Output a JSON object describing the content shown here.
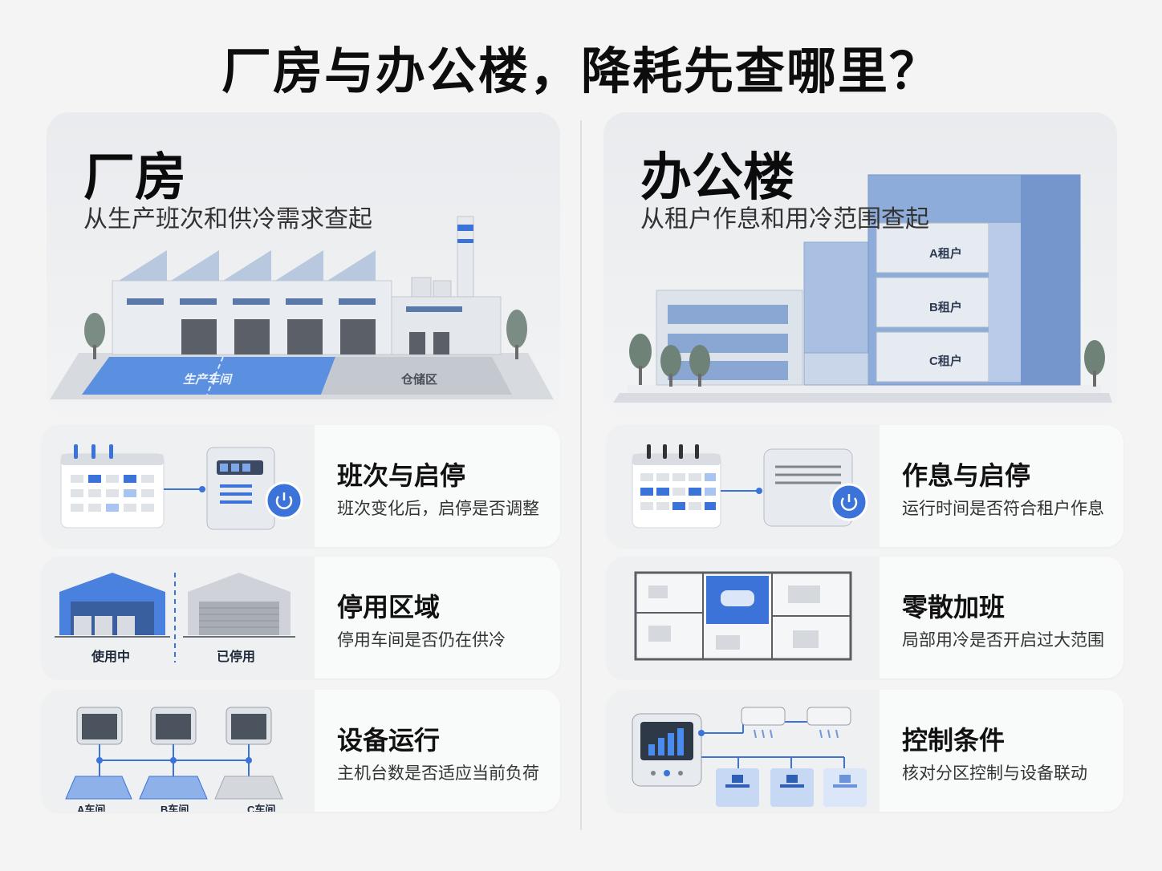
{
  "title": "厂房与办公楼，降耗先查哪里？",
  "factory": {
    "heading": "厂房",
    "subtitle": "从生产班次和供冷需求查起",
    "zone_production": "生产车间",
    "zone_storage": "仓储区",
    "items": [
      {
        "title": "班次与启停",
        "desc": "班次变化后，启停是否调整"
      },
      {
        "title": "停用区域",
        "desc": "停用车间是否仍在供冷",
        "label_active": "使用中",
        "label_stopped": "已停用"
      },
      {
        "title": "设备运行",
        "desc": "主机台数是否适应当前负荷",
        "workshops": [
          "A车间",
          "B车间",
          "C车间"
        ]
      }
    ]
  },
  "office": {
    "heading": "办公楼",
    "subtitle": "从租户作息和用冷范围查起",
    "tenants": [
      "A租户",
      "B租户",
      "C租户"
    ],
    "items": [
      {
        "title": "作息与启停",
        "desc": "运行时间是否符合租户作息"
      },
      {
        "title": "零散加班",
        "desc": "局部用冷是否开启过大范围"
      },
      {
        "title": "控制条件",
        "desc": "核对分区控制与设备联动"
      }
    ]
  },
  "colors": {
    "accent": "#3b73d8",
    "light_blue": "#a9c4ef",
    "grey": "#c9ced5"
  }
}
